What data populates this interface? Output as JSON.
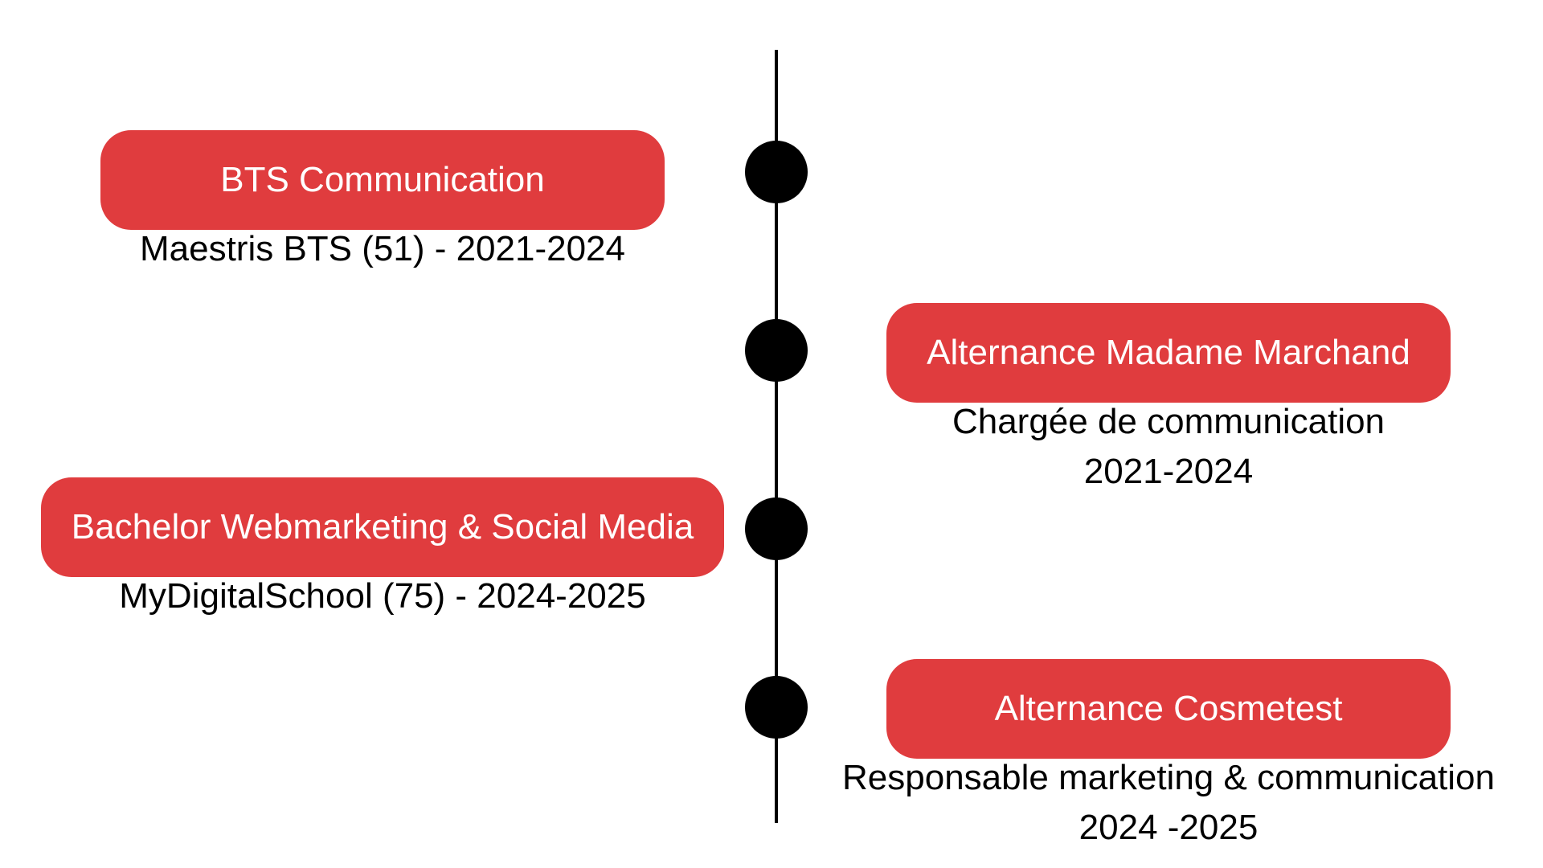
{
  "timeline": {
    "items": [
      {
        "title": "BTS Communication",
        "lines": [
          "Maestris BTS (51) - 2021-2024"
        ],
        "side": "left"
      },
      {
        "title": "Alternance Madame Marchand",
        "lines": [
          "Chargée de communication",
          "2021-2024"
        ],
        "side": "right"
      },
      {
        "title": "Bachelor Webmarketing & Social Media",
        "lines": [
          "MyDigitalSchool (75) - 2024-2025"
        ],
        "side": "left"
      },
      {
        "title": "Alternance Cosmetest",
        "lines": [
          "Responsable marketing & communication",
          "2024 -2025"
        ],
        "side": "right"
      }
    ]
  },
  "colors": {
    "accent": "#e03c3e",
    "line": "#000000",
    "node": "#000000",
    "background": "#ffffff"
  }
}
